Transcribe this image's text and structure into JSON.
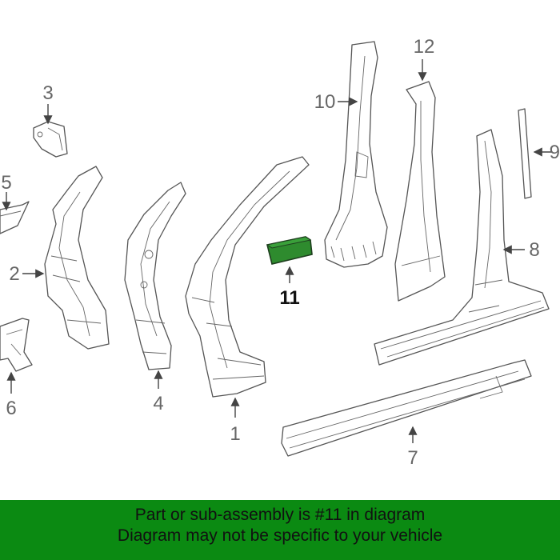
{
  "diagram": {
    "callouts": [
      {
        "id": "c1",
        "label": "1"
      },
      {
        "id": "c2",
        "label": "2"
      },
      {
        "id": "c3",
        "label": "3"
      },
      {
        "id": "c4",
        "label": "4"
      },
      {
        "id": "c5",
        "label": "5"
      },
      {
        "id": "c6",
        "label": "6"
      },
      {
        "id": "c7",
        "label": "7"
      },
      {
        "id": "c8",
        "label": "8"
      },
      {
        "id": "c9",
        "label": "9"
      },
      {
        "id": "c10",
        "label": "10"
      },
      {
        "id": "c11",
        "label": "11"
      },
      {
        "id": "c12",
        "label": "12"
      }
    ],
    "highlight_part": "11",
    "highlight_color": "#2e8b2e"
  },
  "banner": {
    "line1": "Part or sub-assembly is #11 in diagram",
    "line2": "Diagram may not be specific to your vehicle",
    "background": "#0b8a12"
  }
}
